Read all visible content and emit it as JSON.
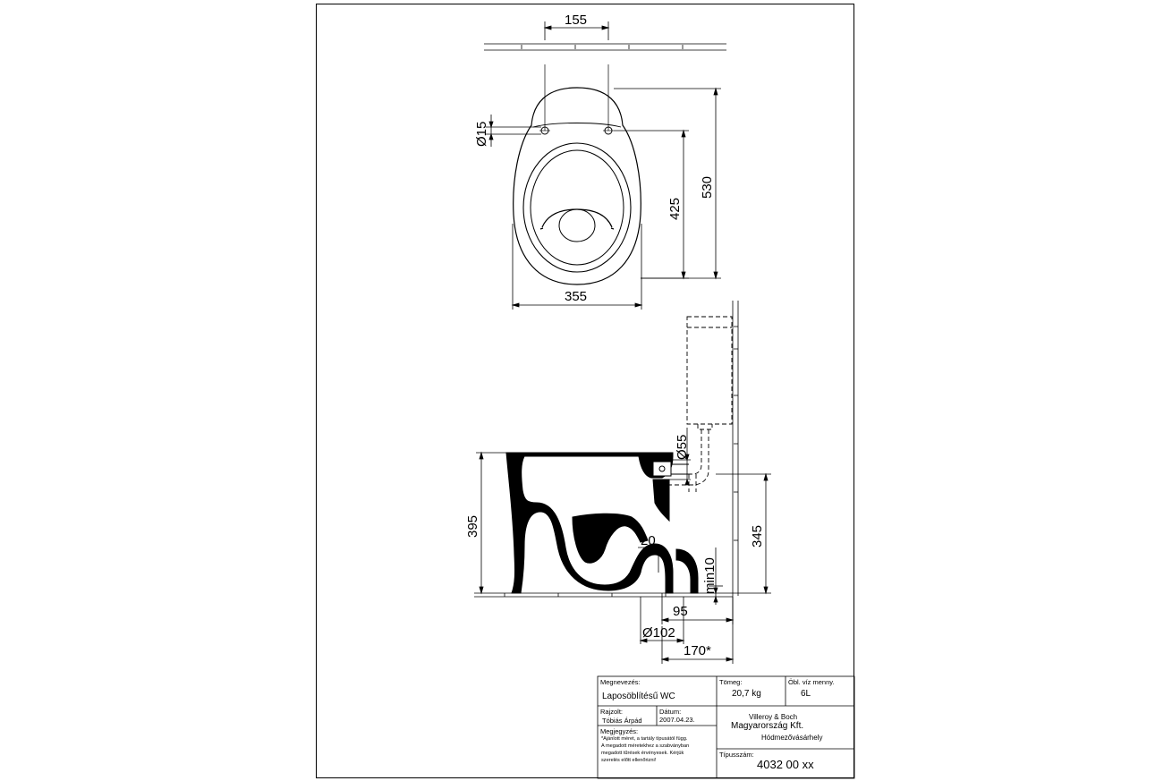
{
  "dimensions": {
    "top_width": "155",
    "hole_diameter": "Ø15",
    "depth_425": "425",
    "depth_530": "530",
    "width_355": "355",
    "outlet_diameter": "Ø55",
    "height_395": "395",
    "height_345": "345",
    "offset_20": "20",
    "min_10": "min10",
    "offset_95": "95",
    "pipe_diameter": "Ø102",
    "offset_170": "170*"
  },
  "title_block": {
    "name_label": "Megnevezés:",
    "name_value": "Laposöblítésű WC",
    "weight_label": "Tömeg:",
    "weight_value": "20,7 kg",
    "flush_label": "Öbl. víz menny.",
    "flush_value": "6L",
    "drawn_label": "Rajzolt:",
    "drawn_value": "Tóbiás Árpád",
    "date_label": "Dátum:",
    "date_value": "2007.04.23.",
    "company_line1": "Villeroy  & Boch",
    "company_line2": "Magyarország Kft.",
    "company_line3": "Hódmezővásárhely",
    "notes_label": "Megjegyzés:",
    "notes_lines": [
      "*Ajánlott méret, a tartály típusától függ.",
      "A megadott méretekhez a szabványban",
      "megadott tűrések érvényesek. Kérjük",
      "szerelés előtt ellenőrizni!"
    ],
    "type_label": "Típusszám:",
    "type_value": "4032 00 xx"
  }
}
